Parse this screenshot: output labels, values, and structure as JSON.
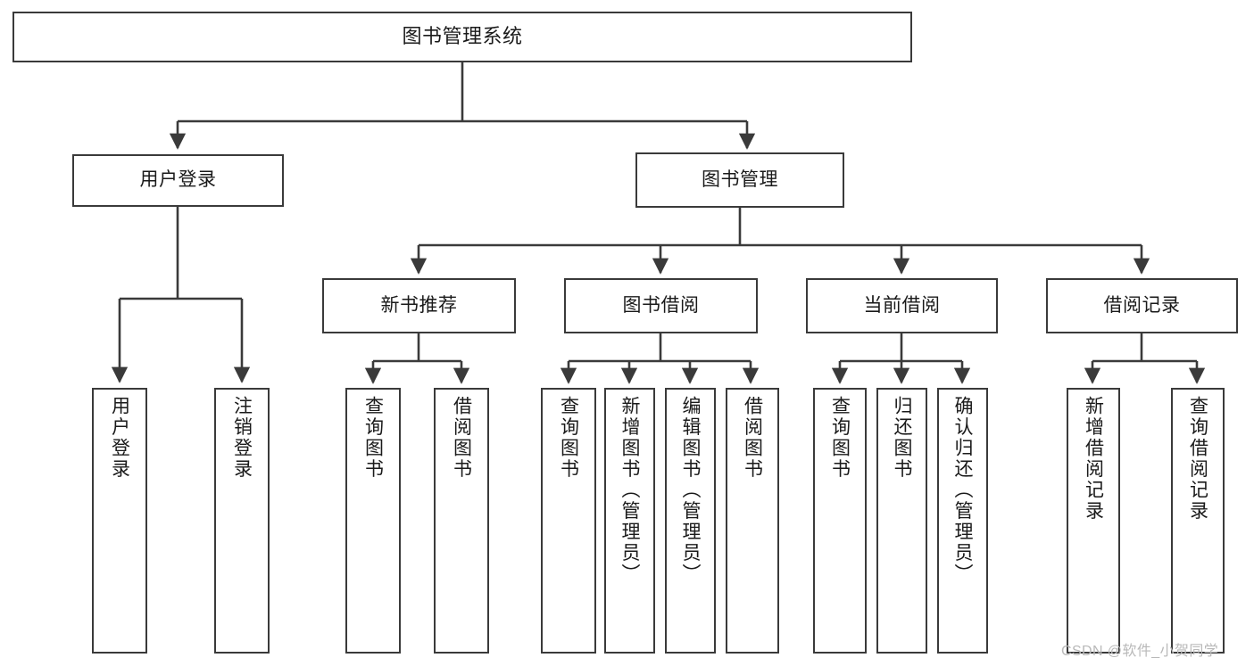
{
  "diagram": {
    "title": "图书管理系统",
    "type": "hierarchy-tree",
    "colors": {
      "box_border": "#3a3a3a",
      "box_fill": "#ffffff",
      "line": "#3a3a3a",
      "text": "#1a1a1a",
      "watermark": "#b9b9b9",
      "background": "#ffffff"
    },
    "levels": {
      "level1": [
        "图书管理系统"
      ],
      "level2": [
        "用户登录",
        "图书管理"
      ],
      "level3": [
        "新书推荐",
        "图书借阅",
        "当前借阅",
        "借阅记录"
      ],
      "level4": [
        "用户登录",
        "注销登录",
        "查询图书",
        "借阅图书",
        "查询图书",
        "新增图书（管理员）",
        "编辑图书（管理员）",
        "借阅图书",
        "查询图书",
        "归还图书",
        "确认归还（管理员）",
        "新增借阅记录",
        "查询借阅记录"
      ]
    },
    "nodes": {
      "root": "图书管理系统",
      "user_login": "用户登录",
      "book_manage": "图书管理",
      "new_book_rec": "新书推荐",
      "book_borrow": "图书借阅",
      "current_borrow": "当前借阅",
      "borrow_record": "借阅记录",
      "leaf_user_login": "用户登录",
      "leaf_logout": "注销登录",
      "leaf_query_book_a": "查询图书",
      "leaf_borrow_book_a": "借阅图书",
      "leaf_query_book_b": "查询图书",
      "leaf_add_book": "新增图书（管理员）",
      "leaf_edit_book": "编辑图书（管理员）",
      "leaf_borrow_book_b": "借阅图书",
      "leaf_query_book_c": "查询图书",
      "leaf_return_book": "归还图书",
      "leaf_confirm_return": "确认归还（管理员）",
      "leaf_add_record": "新增借阅记录",
      "leaf_query_record": "查询借阅记录"
    },
    "edges": [
      {
        "from": "图书管理系统",
        "to": "用户登录"
      },
      {
        "from": "图书管理系统",
        "to": "图书管理"
      },
      {
        "from": "用户登录",
        "to": "用户登录"
      },
      {
        "from": "用户登录",
        "to": "注销登录"
      },
      {
        "from": "图书管理",
        "to": "新书推荐"
      },
      {
        "from": "图书管理",
        "to": "图书借阅"
      },
      {
        "from": "图书管理",
        "to": "当前借阅"
      },
      {
        "from": "图书管理",
        "to": "借阅记录"
      },
      {
        "from": "新书推荐",
        "to": "查询图书"
      },
      {
        "from": "新书推荐",
        "to": "借阅图书"
      },
      {
        "from": "图书借阅",
        "to": "查询图书"
      },
      {
        "from": "图书借阅",
        "to": "新增图书（管理员）"
      },
      {
        "from": "图书借阅",
        "to": "编辑图书（管理员）"
      },
      {
        "from": "图书借阅",
        "to": "借阅图书"
      },
      {
        "from": "当前借阅",
        "to": "查询图书"
      },
      {
        "from": "当前借阅",
        "to": "归还图书"
      },
      {
        "from": "当前借阅",
        "to": "确认归还（管理员）"
      },
      {
        "from": "借阅记录",
        "to": "新增借阅记录"
      },
      {
        "from": "借阅记录",
        "to": "查询借阅记录"
      }
    ]
  },
  "watermark": "CSDN @软件_小贺同学"
}
